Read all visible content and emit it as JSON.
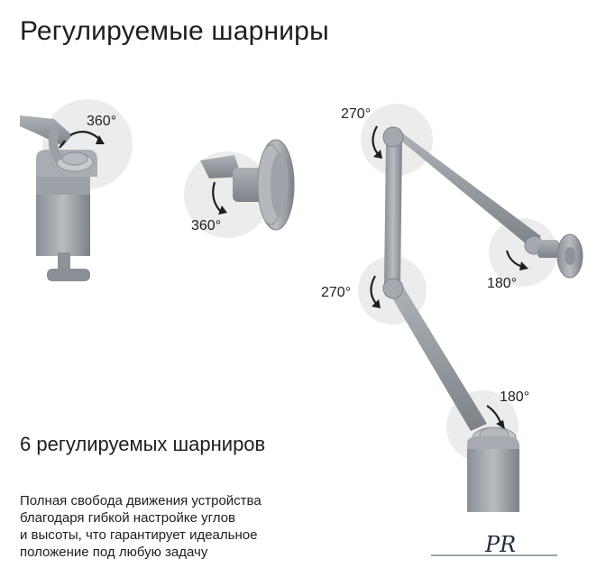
{
  "header": {
    "title": "Регулируемые шарниры"
  },
  "feature": {
    "subtitle": "6 регулируемых шарниров",
    "description_lines": [
      "Полная свобода движения устройства",
      "благодаря гибкой настройке углов",
      "и высоты, что гарантирует идеальное",
      "положение под любую задачу"
    ]
  },
  "angles": {
    "clamp_joint": "360°",
    "mount_joint": "360°",
    "top_joint": "270°",
    "middle_joint": "270°",
    "head_joint": "180°",
    "base_joint": "180°"
  },
  "logo": {
    "text": "PR"
  }
}
